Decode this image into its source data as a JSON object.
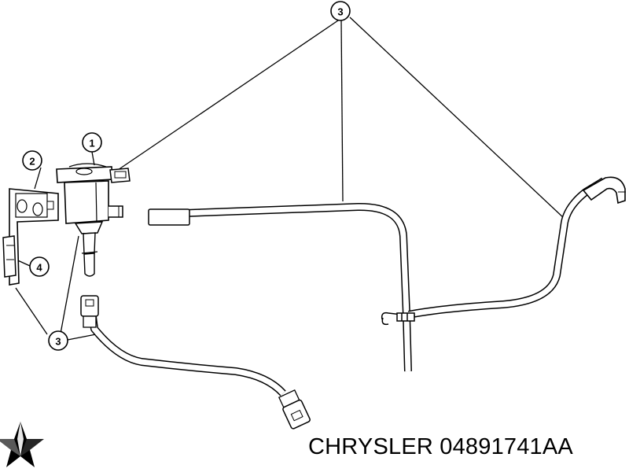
{
  "diagram": {
    "callouts": {
      "1": "1",
      "2": "2",
      "3a": "3",
      "3b": "3",
      "4": "4"
    },
    "part_number_label": "CHRYSLER 04891741AA",
    "logo": "chrysler-pentastar-logo",
    "colors": {
      "line": "#000000",
      "background": "#ffffff"
    }
  }
}
